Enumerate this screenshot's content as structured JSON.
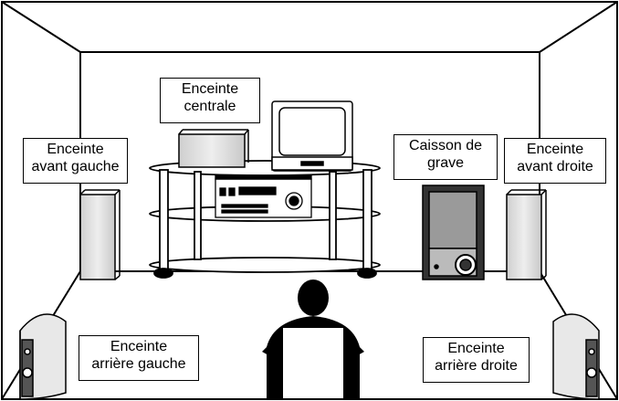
{
  "labels": {
    "center": [
      "Enceinte",
      "centrale"
    ],
    "front_left": [
      "Enceinte",
      "avant gauche"
    ],
    "subwoofer": [
      "Caisson de",
      "grave"
    ],
    "front_right": [
      "Enceinte",
      "avant droite"
    ],
    "rear_left": [
      "Enceinte",
      "arrière gauche"
    ],
    "rear_right": [
      "Enceinte",
      "arrière droite"
    ]
  }
}
